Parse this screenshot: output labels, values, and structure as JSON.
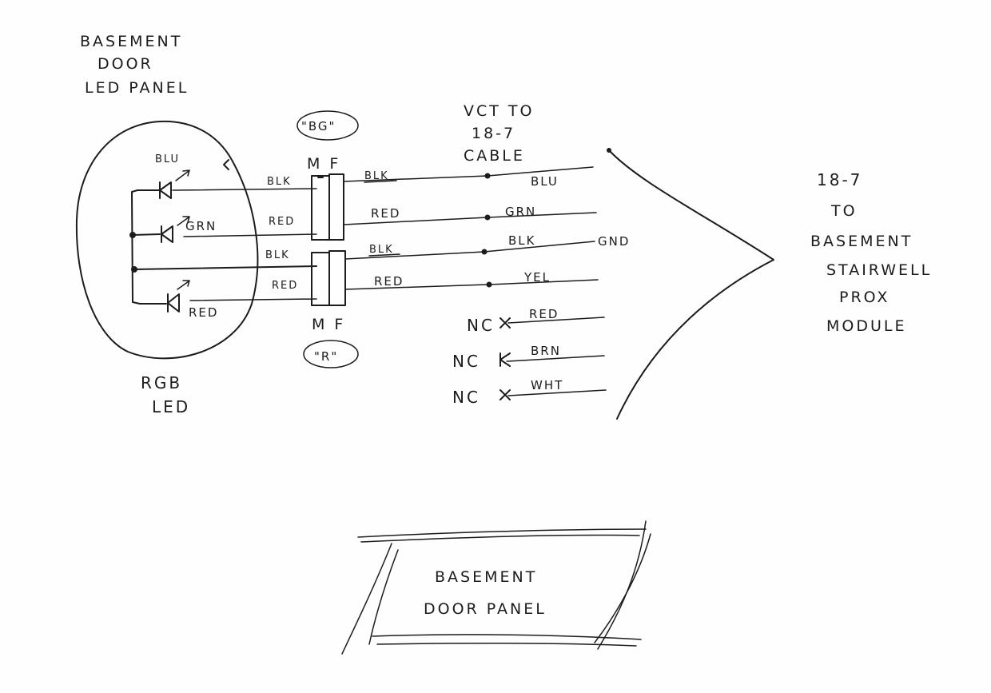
{
  "title": {
    "line1": "BASEMENT",
    "line2": "DOOR",
    "line3": "LED PANEL"
  },
  "led": {
    "name_line1": "RGB",
    "name_line2": "LED",
    "leds": [
      {
        "label": "BLU"
      },
      {
        "label": "GRN"
      },
      {
        "label": "RED"
      }
    ]
  },
  "connectors": {
    "top_tag": "\"BG\"",
    "bottom_tag": "\"R\"",
    "top_mf": "M F",
    "bottom_mf": "M F"
  },
  "left_wires": [
    "BLK",
    "RED",
    "BLK",
    "RED"
  ],
  "right_wires": [
    "BLK",
    "RED",
    "BLK",
    "RED"
  ],
  "cable": {
    "line1": "VCT TO",
    "line2": "18-7",
    "line3": "CABLE",
    "conductors": [
      {
        "color": "BLU",
        "prefix": ""
      },
      {
        "color": "GRN",
        "prefix": ""
      },
      {
        "color": "BLK",
        "prefix": ""
      },
      {
        "color": "YEL",
        "prefix": ""
      },
      {
        "color": "RED",
        "prefix": "NC"
      },
      {
        "color": "BRN",
        "prefix": "NC"
      },
      {
        "color": "WHT",
        "prefix": "NC"
      }
    ],
    "gnd_label": "GND"
  },
  "destination": {
    "line1": "18-7",
    "line2": "TO",
    "line3": "BASEMENT",
    "line4": "STAIRWELL",
    "line5": "PROX",
    "line6": "MODULE"
  },
  "footer": {
    "line1": "BASEMENT",
    "line2": "DOOR PANEL"
  }
}
